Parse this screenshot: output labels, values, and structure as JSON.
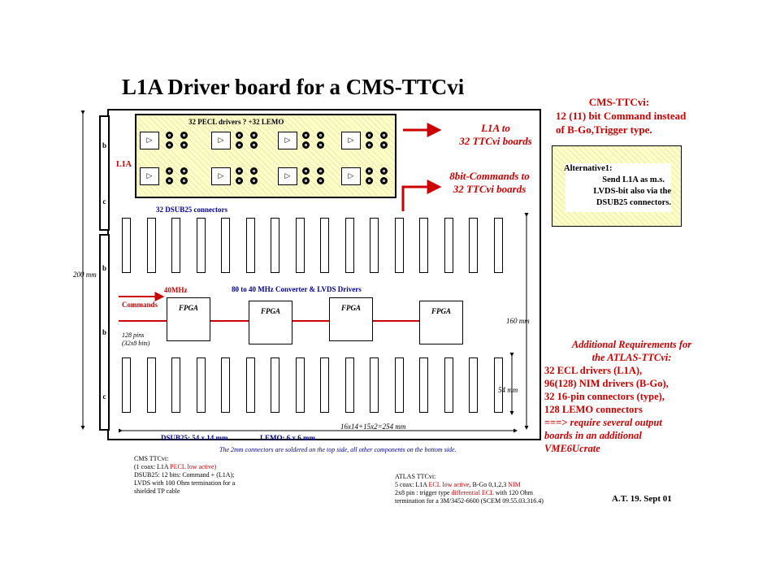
{
  "slide": {
    "title": "L1A Driver board for a CMS-TTCvi",
    "pecl_title": "32 PECL drivers ? +32 LEMO",
    "l1a_label": "L1A",
    "l1a_out": [
      "L1A to",
      "32 TTCvi boards"
    ],
    "cmd_out": [
      "8bit-Commands to",
      "32 TTCvi boards"
    ],
    "dsub_top_label": "32 DSUB25 connectors",
    "converter_label": "80 to 40 MHz Converter & LVDS Drivers",
    "mhz_label": "40MHz",
    "commands_label": "Commands",
    "pins_label": [
      "128 pins",
      "(32x8 bits)"
    ],
    "fpga_label": "FPGA",
    "conn_b": "b",
    "conn_c": "c",
    "dim_200": "200 mm",
    "dim_160": "160 mm",
    "dim_54": "54 mm",
    "dim_254": "16x14+15x2=254 mm",
    "dsub_dims": "DSUB25: 54 x 14 mm",
    "lemo_dims": "LEMO: 6 x 6 mm",
    "solder_note": "The 2mm connectors are soldered on the top side, all other components on the bottom side.",
    "cms_note": {
      "line1": "CMS TTCvi:",
      "line2a": "(1 coax: L1A ",
      "line2b": "PECL low active)",
      "line3": "DSUB25: 12 bits: Command + (L1A);",
      "line4": "LVDS with 100 Ohm termination for a",
      "line5": "shielded TP cable"
    },
    "atlas_note": {
      "line1": "ATLAS TTCvi:",
      "line2a": "5 coax: L1A ",
      "line2b": "ECL low active",
      "line2c": ", B-Go 0,1,2,3 ",
      "line2d": "NIM",
      "line3a": "2x8 pin : trigger type ",
      "line3b": "differential ECL",
      "line3c": " with 120 Ohm",
      "line4": "termination for a 3M/3452-6600 (SCEM 09.55.03.316.4)"
    },
    "cms_ttcvi": {
      "heading": "CMS-TTCvi:",
      "line1": "12 (11) bit Command instead",
      "line2": "of B-Go,Trigger type."
    },
    "alternative": {
      "heading": "Alternative1:",
      "line1": "Send L1A as m.s.",
      "line2": "LVDS-bit also via the",
      "line3": "DSUB25 connectors."
    },
    "additional": {
      "heading1": "Additional Requirements for",
      "heading2": "the   ATLAS-TTCvi:",
      "line1": "32 ECL drivers (L1A),",
      "line2": "96(128) NIM drivers (B-Go),",
      "line3": "32 16-pin connectors (type),",
      "line4": "128 LEMO connectors",
      "line5a": "===> ",
      "line5b": "require several output",
      "line6": "boards in an additional",
      "line7": "VME6Ucrate"
    },
    "author": "A.T. 19. Sept 01"
  },
  "colors": {
    "accent_red": "#cc0000",
    "label_blue": "#000099",
    "hatch_fill": "#ffffcc"
  },
  "icons": {
    "driver": "driver-triangle-icon",
    "lemo": "lemo-connector-icon"
  }
}
